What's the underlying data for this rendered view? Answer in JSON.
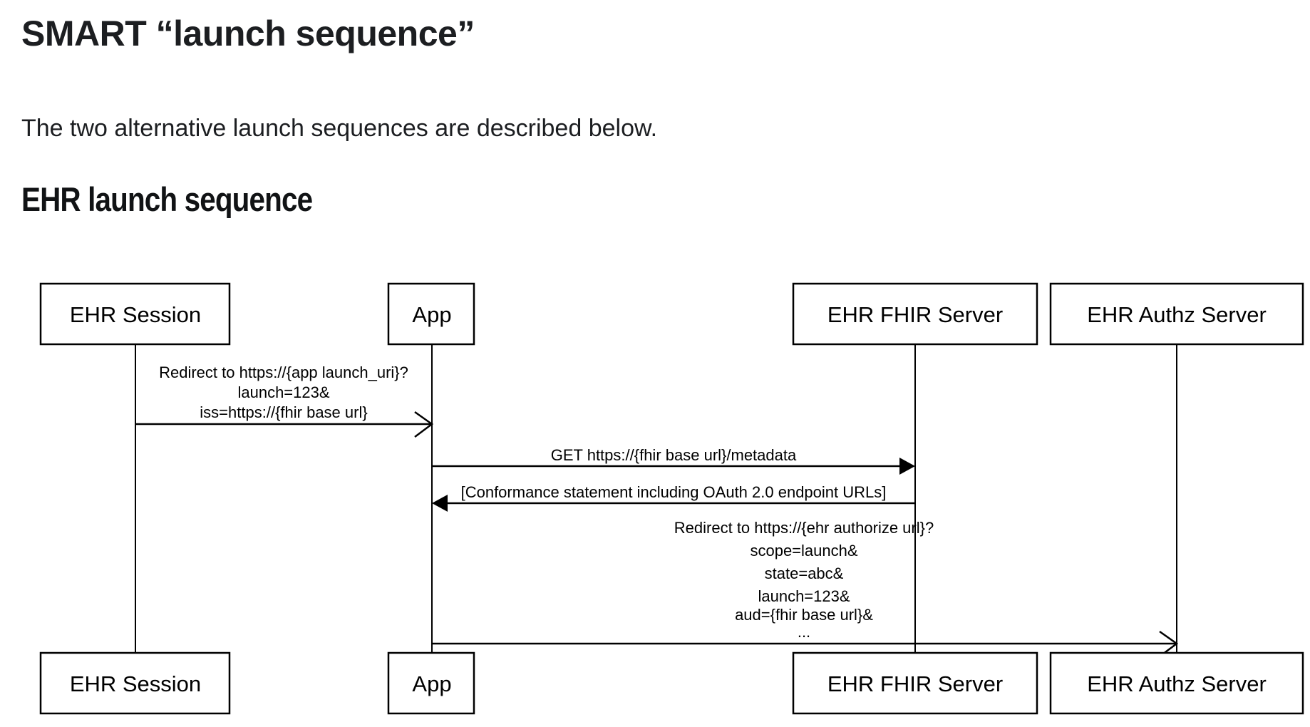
{
  "colors": {
    "background": "#ffffff",
    "heading_text": "#1c1e21",
    "diagram_ink": "#000000"
  },
  "page": {
    "title": "SMART “launch sequence”",
    "intro": "The two alternative launch sequences are described below.",
    "section_heading": "EHR launch sequence"
  },
  "diagram": {
    "actors": [
      {
        "id": "ehr-session",
        "label": "EHR Session"
      },
      {
        "id": "app",
        "label": "App"
      },
      {
        "id": "ehr-fhir-server",
        "label": "EHR FHIR Server"
      },
      {
        "id": "ehr-authz-server",
        "label": "EHR Authz Server"
      }
    ],
    "messages": [
      {
        "from": "EHR Session",
        "to": "App",
        "arrowhead": "open",
        "lines": [
          "Redirect to https://{app launch_uri}?",
          "launch=123&",
          "iss=https://{fhir base url}"
        ]
      },
      {
        "from": "App",
        "to": "EHR FHIR Server",
        "arrowhead": "filled",
        "lines": [
          "GET https://{fhir base url}/metadata"
        ]
      },
      {
        "from": "EHR FHIR Server",
        "to": "App",
        "arrowhead": "filled",
        "lines": [
          "[Conformance statement including OAuth 2.0 endpoint URLs]"
        ]
      },
      {
        "from": "App",
        "to": "EHR Authz Server",
        "arrowhead": "open",
        "lines": [
          "Redirect to https://{ehr authorize url}?",
          "scope=launch&",
          "state=abc&",
          "launch=123&",
          "aud={fhir base url}&",
          "..."
        ]
      }
    ]
  }
}
